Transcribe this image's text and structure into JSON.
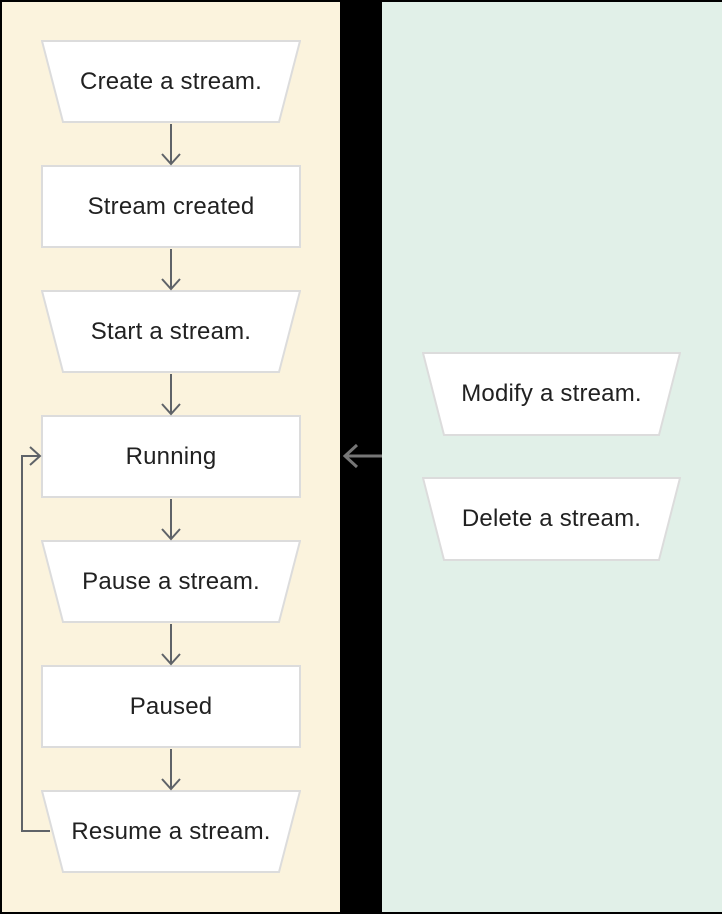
{
  "diagram": {
    "description": "Stream lifecycle flowchart",
    "lifecycle_panel": {
      "background": "#FBF3DD",
      "nodes": [
        {
          "label": "Create a stream.",
          "shape": "trapezoid"
        },
        {
          "label": "Stream created",
          "shape": "rectangle"
        },
        {
          "label": "Start a stream.",
          "shape": "trapezoid"
        },
        {
          "label": "Running",
          "shape": "rectangle"
        },
        {
          "label": "Pause a stream.",
          "shape": "trapezoid"
        },
        {
          "label": "Paused",
          "shape": "rectangle"
        },
        {
          "label": "Resume a stream.",
          "shape": "trapezoid"
        }
      ]
    },
    "side_panel": {
      "background": "#E1F0E8",
      "nodes": [
        {
          "label": "Modify a stream.",
          "shape": "trapezoid"
        },
        {
          "label": "Delete a stream.",
          "shape": "trapezoid"
        }
      ]
    },
    "colors": {
      "canvas_background": "#000000",
      "node_fill": "#FFFFFF",
      "node_border": "#DCDCDC",
      "arrow": "#5F6368",
      "side_arrow": "#767676",
      "text": "#212121"
    }
  }
}
